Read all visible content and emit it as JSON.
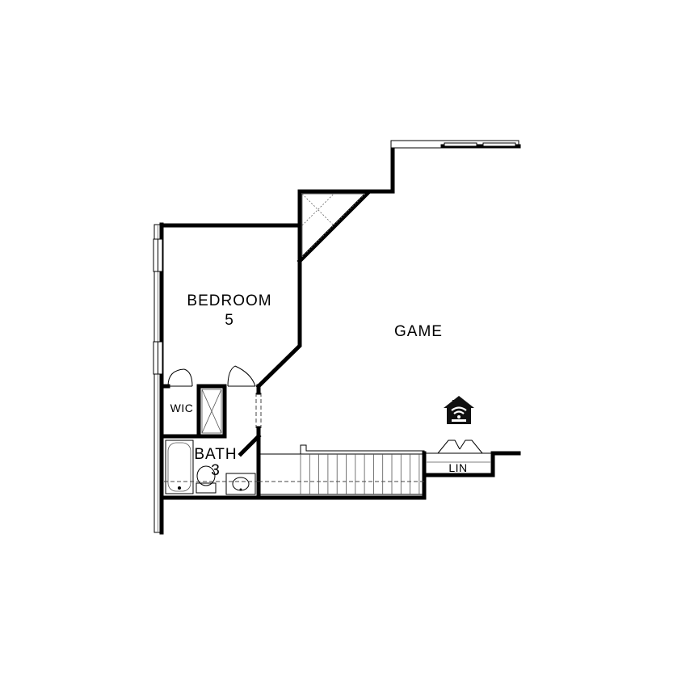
{
  "rooms": {
    "bedroom": {
      "name": "BEDROOM",
      "number": "5"
    },
    "game": {
      "name": "GAME"
    },
    "wic": {
      "name": "WIC"
    },
    "bath": {
      "name": "BATH",
      "number": "3"
    },
    "linen": {
      "name": "LIN"
    }
  },
  "icons": {
    "smart_home": "smart-home-wifi-icon"
  }
}
